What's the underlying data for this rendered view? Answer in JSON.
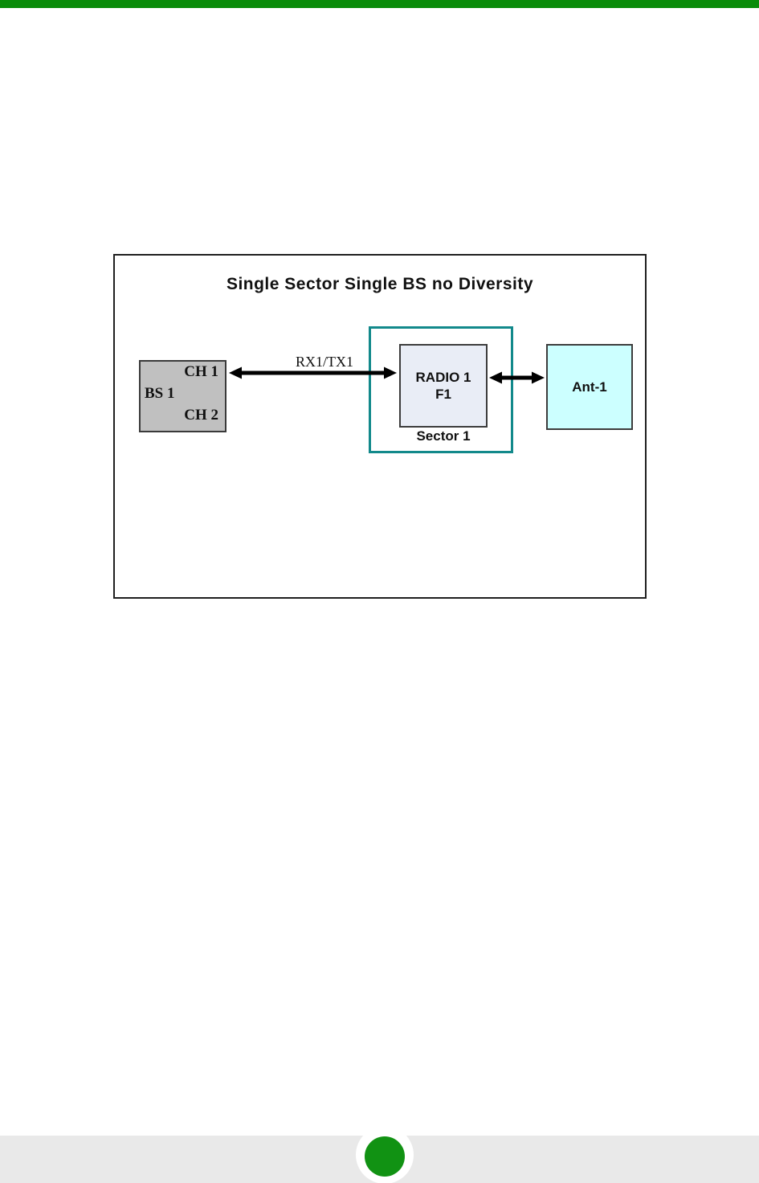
{
  "colors": {
    "top_bar_green": "#0a8c0a",
    "indicator_green": "#119213",
    "sector_border_teal": "#12898b",
    "bs_box_gray": "#c0c0c0",
    "radio_box_fill": "#e9edf6",
    "antenna_box_fill": "#ccffff",
    "footer_gray": "#e9e9e9",
    "frame_border": "#1f1f1f",
    "arrow_black": "#000000"
  },
  "diagram": {
    "title": "Single Sector Single BS no Diversity",
    "base_station": {
      "label": "BS 1",
      "channel_1": "CH 1",
      "channel_2": "CH 2"
    },
    "link_label": "RX1/TX1",
    "sector": {
      "label": "Sector 1",
      "radio_name": "RADIO 1",
      "radio_frequency": "F1"
    },
    "antenna": {
      "label": "Ant-1"
    }
  }
}
